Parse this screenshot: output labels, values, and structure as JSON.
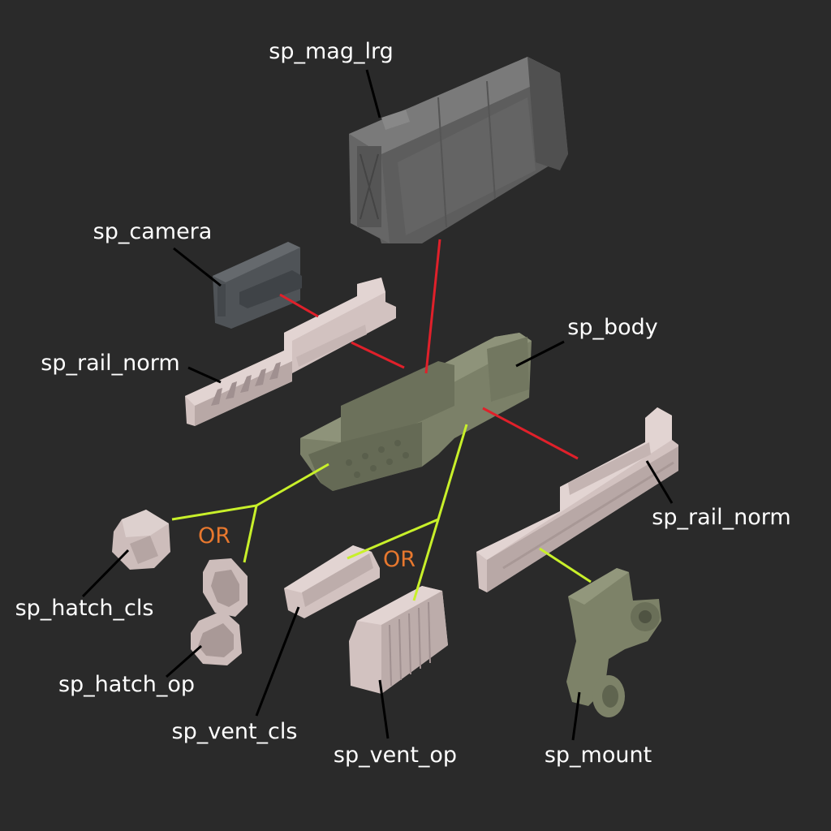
{
  "labels": {
    "mag_lrg": "sp_mag_lrg",
    "camera": "sp_camera",
    "rail_norm_left": "sp_rail_norm",
    "body": "sp_body",
    "rail_norm_right": "sp_rail_norm",
    "hatch_cls": "sp_hatch_cls",
    "hatch_op": "sp_hatch_op",
    "vent_cls": "sp_vent_cls",
    "vent_op": "sp_vent_op",
    "mount": "sp_mount"
  },
  "options": {
    "hatch_or": "OR",
    "vent_or": "OR"
  },
  "colors": {
    "background": "#2a2a2a",
    "label_text": "#ffffff",
    "or_text": "#e8782e",
    "leader": "#000000",
    "link_red": "#e0202a",
    "link_lime": "#c8f02a",
    "part_grey": "#6f6f6f",
    "part_olive": "#7b8068",
    "part_pink": "#d2c2c0"
  }
}
